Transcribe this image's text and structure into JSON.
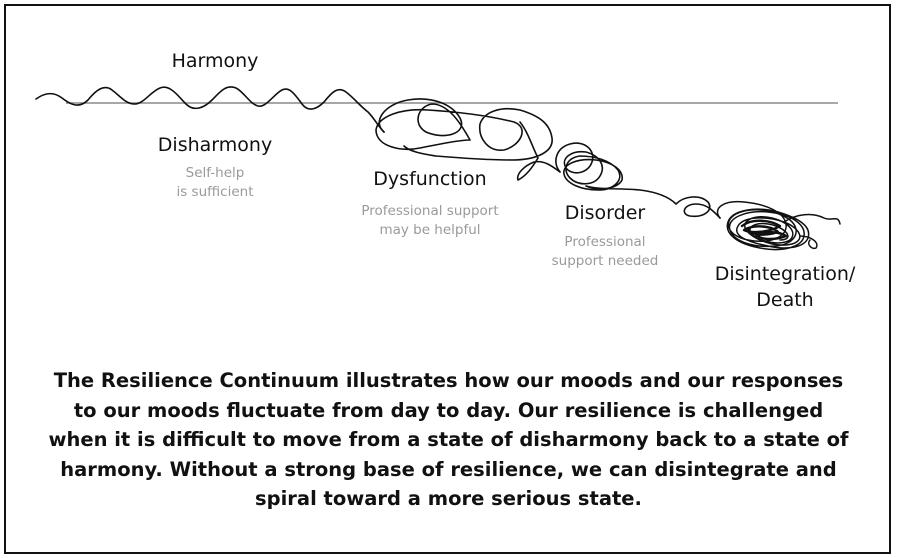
{
  "stages": {
    "harmony": {
      "label": "Harmony"
    },
    "disharmony": {
      "label": "Disharmony",
      "note_lines": [
        "Self-help",
        "is sufficient"
      ]
    },
    "dysfunction": {
      "label": "Dysfunction",
      "note_lines": [
        "Professional support",
        "may be helpful"
      ]
    },
    "disorder": {
      "label": "Disorder",
      "note_lines": [
        "Professional",
        "support needed"
      ]
    },
    "disintegration": {
      "label_lines": [
        "Disintegration/",
        "Death"
      ]
    }
  },
  "caption_lines": [
    "The Resilience Continuum illustrates how our moods and our responses",
    "to our moods fluctuate from day to day. Our resilience is challenged",
    "when it is difficult to move from a state of disharmony back to a state of",
    "harmony. Without a strong base of resilience, we can disintegrate and",
    "spiral toward a more serious state."
  ],
  "colors": {
    "text": "#111111",
    "note": "#9a9a9a",
    "baseline": "#8a8a8a",
    "line": "#111111",
    "border": "#111111"
  }
}
